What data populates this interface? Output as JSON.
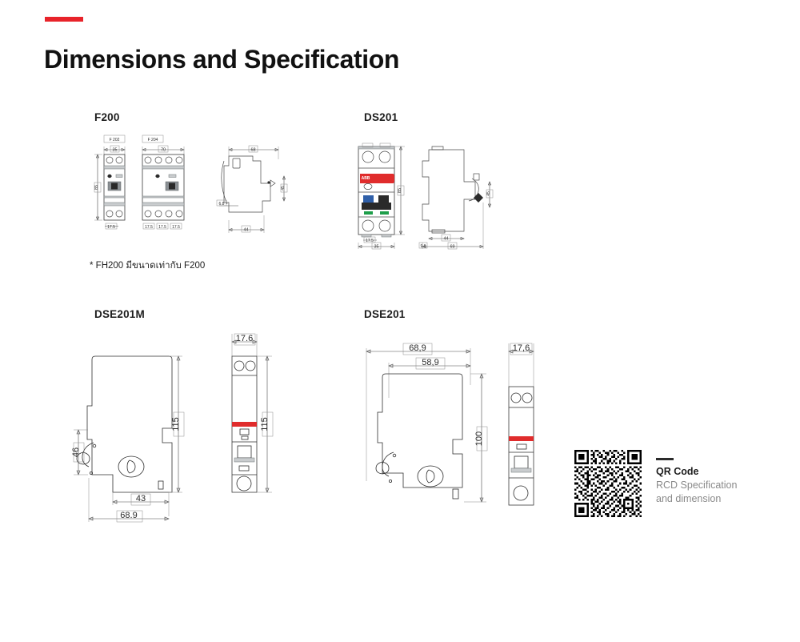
{
  "header": {
    "title": "Dimensions and Specification",
    "accent_color": "#e8232a"
  },
  "sections": [
    {
      "id": "f200",
      "title": "F200",
      "footnote": "* FH200 มีขนาดเท่ากับ F200",
      "views": [
        {
          "name": "F 202",
          "width_mm": "35",
          "height_mm": "85",
          "pitch_mm": "17.5",
          "poles": 2
        },
        {
          "name": "F 204",
          "width_mm": "70",
          "height_mm": "85",
          "pitch_mm": "17.5",
          "poles": 4
        },
        {
          "name": "side",
          "depth_top_mm": "68",
          "depth_base_mm": "44",
          "rail_offset_mm": "6.8",
          "lever_mm": "45"
        }
      ]
    },
    {
      "id": "ds201",
      "title": "DS201",
      "views": [
        {
          "name": "front",
          "width_mm": "35",
          "height_mm": "85",
          "pitch_mm": "17.5",
          "poles": 2
        },
        {
          "name": "side",
          "depth_top_mm": "69",
          "depth_base_mm": "44",
          "rail_offset_mm": "9.6",
          "lever_mm": "45"
        }
      ]
    },
    {
      "id": "dse201m",
      "title": "DSE201M",
      "views": [
        {
          "name": "side",
          "height_mm": "115",
          "depth_mm": "68.9",
          "depth_inner_mm": "43",
          "rail_offset_mm": "46"
        },
        {
          "name": "front",
          "width_mm": "17.6",
          "height_mm": "115"
        }
      ]
    },
    {
      "id": "dse201",
      "title": "DSE201",
      "views": [
        {
          "name": "side",
          "height_mm": "100",
          "depth_mm": "68,9",
          "depth_inner_mm": "58,9"
        },
        {
          "name": "front",
          "width_mm": "17,6"
        }
      ]
    }
  ],
  "qr_block": {
    "title": "QR Code",
    "subtitle_line1": "RCD Specification",
    "subtitle_line2": "and dimension"
  }
}
